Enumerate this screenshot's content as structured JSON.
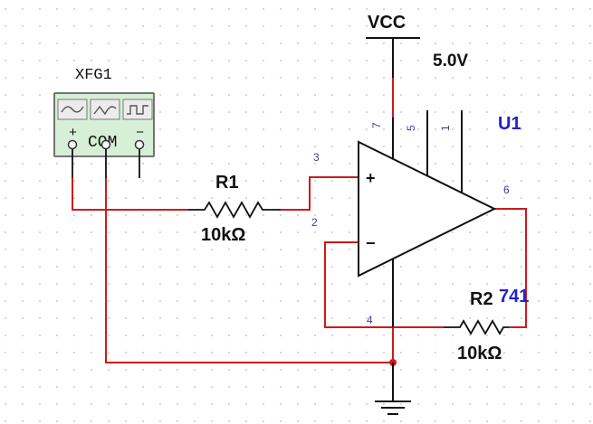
{
  "colors": {
    "wire_red": "#d0191b",
    "wire_black": "#111111",
    "label_blue": "#2222cc",
    "pin_blue": "#3a3aa8",
    "grid_dot": "#b8b8b8",
    "instrument_fill": "#d6efd6"
  },
  "function_generator": {
    "name": "XFG1",
    "plus": "+",
    "com": "COM",
    "minus": "−",
    "icons": [
      "sine-wave-icon",
      "triangle-wave-icon",
      "square-wave-icon"
    ]
  },
  "power": {
    "name": "VCC",
    "value": "5.0V"
  },
  "opamp": {
    "ref": "U1",
    "model": "741",
    "plus_sign": "+",
    "minus_sign": "−",
    "pins": [
      "7",
      "5",
      "1",
      "3",
      "2",
      "6",
      "4"
    ]
  },
  "r1": {
    "name": "R1",
    "value": "10kΩ"
  },
  "r2": {
    "name": "R2",
    "value": "10kΩ"
  }
}
